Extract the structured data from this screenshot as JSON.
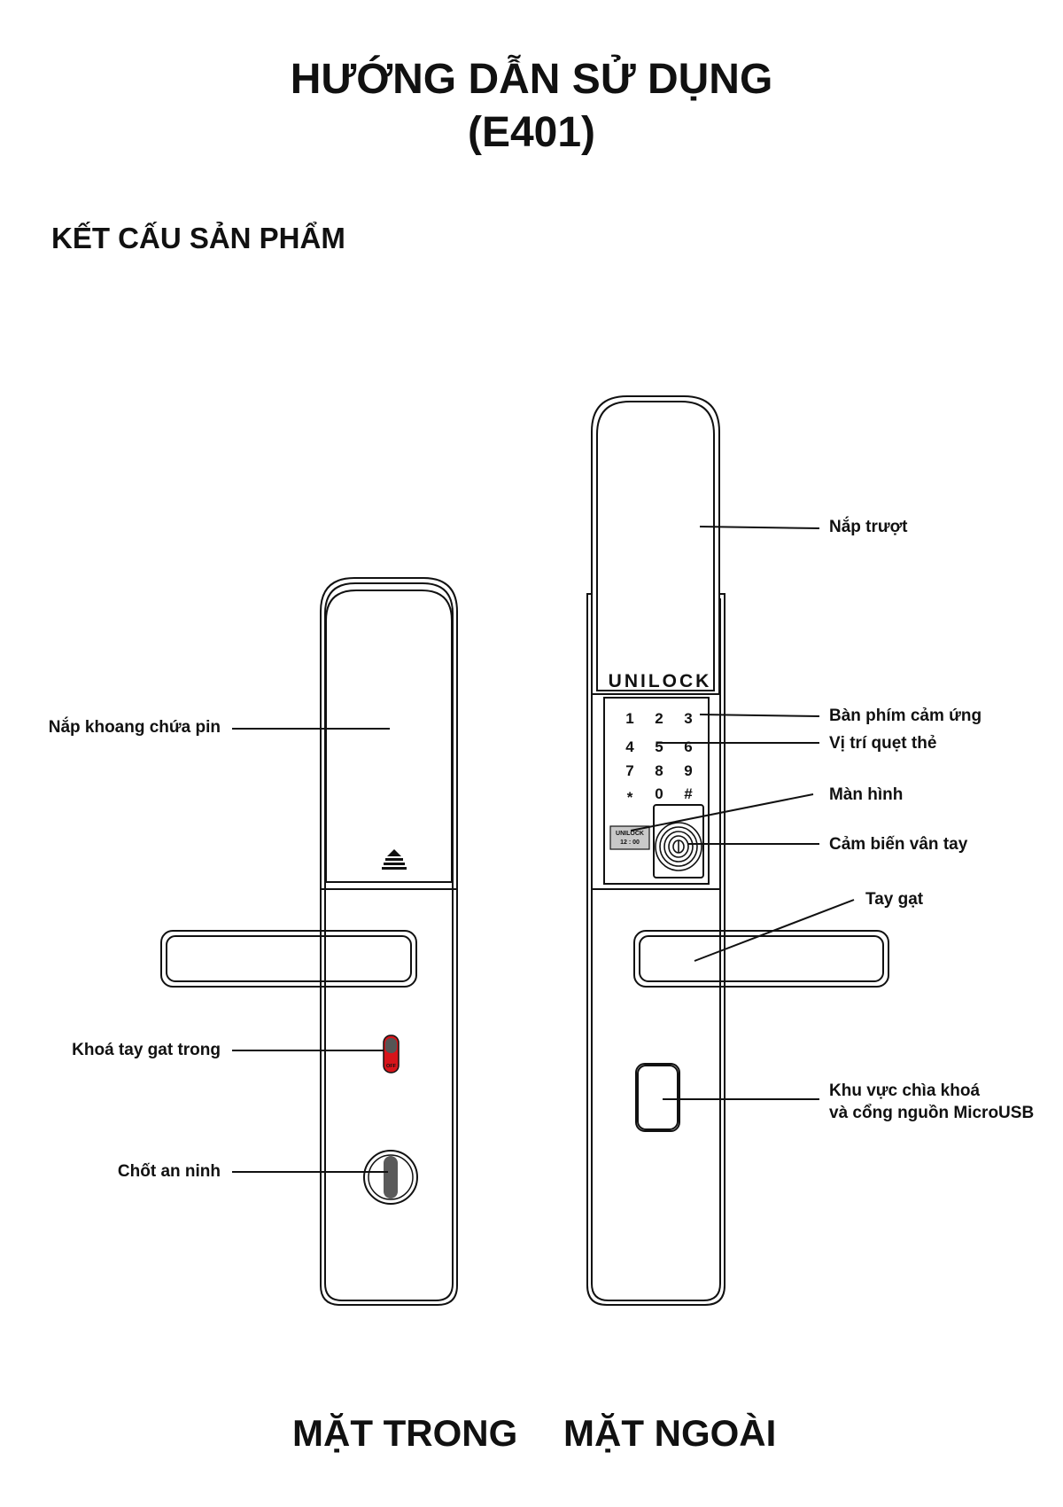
{
  "header": {
    "title_line1": "HƯỚNG DẪN SỬ DỤNG",
    "title_line2": "(E401)"
  },
  "section_title": "KẾT CẤU SẢN PHẨM",
  "inner": {
    "view_label": "MẶT TRONG",
    "callouts": {
      "battery_cover": "Nắp khoang chứa pin",
      "handle_lock": "Khoá tay gat trong",
      "security_bolt": "Chốt an ninh"
    },
    "switch_text": "OFF"
  },
  "outer": {
    "view_label": "MẶT NGOÀI",
    "brand": "UNILOCK",
    "keypad": [
      "1",
      "2",
      "3",
      "4",
      "5",
      "6",
      "7",
      "8",
      "9",
      "*",
      "0",
      "#"
    ],
    "screen_brand": "UNILOCK",
    "screen_time": "12 : 00",
    "callouts": {
      "slide_cover": "Nắp trượt",
      "touch_keypad": "Bàn phím cảm ứng",
      "card_position": "Vị trí quẹt thẻ",
      "screen": "Màn hình",
      "fingerprint": "Cảm biến vân tay",
      "handle": "Tay gạt",
      "key_area_line1": "Khu vực chìa khoá",
      "key_area_line2": "và cổng nguồn MicroUSB"
    }
  },
  "colors": {
    "accent_red": "#d7141a",
    "ink": "#111111",
    "screen_fill": "#c8c8c8"
  }
}
